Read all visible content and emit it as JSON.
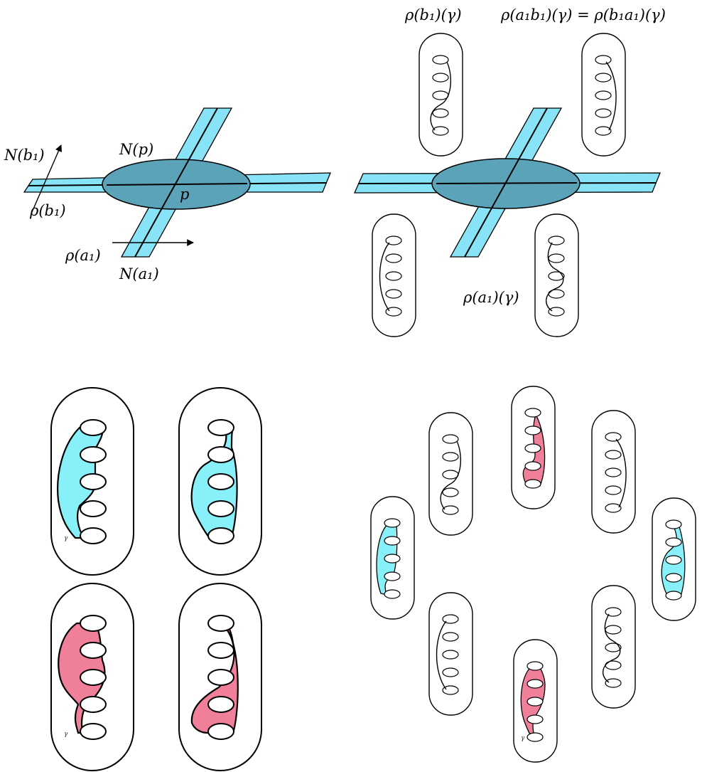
{
  "labels": {
    "N_b1": "N(b₁)",
    "N_p": "N(p)",
    "p": "p",
    "rho_b1": "ρ(b₁)",
    "rho_a1": "ρ(a₁)",
    "N_a1": "N(a₁)",
    "rho_b1_gamma": "ρ(b₁)(γ)",
    "rho_a1b1_gamma": "ρ(a₁b₁)(γ) = ρ(b₁a₁)(γ)",
    "rho_a1_gamma": "ρ(a₁)(γ)",
    "gamma": "γ"
  },
  "colors": {
    "band_fill": "#88e3f6",
    "disk_fill": "#5aa3b8",
    "cyan_region": "#88f0f8",
    "pink_region": "#f07f99"
  }
}
